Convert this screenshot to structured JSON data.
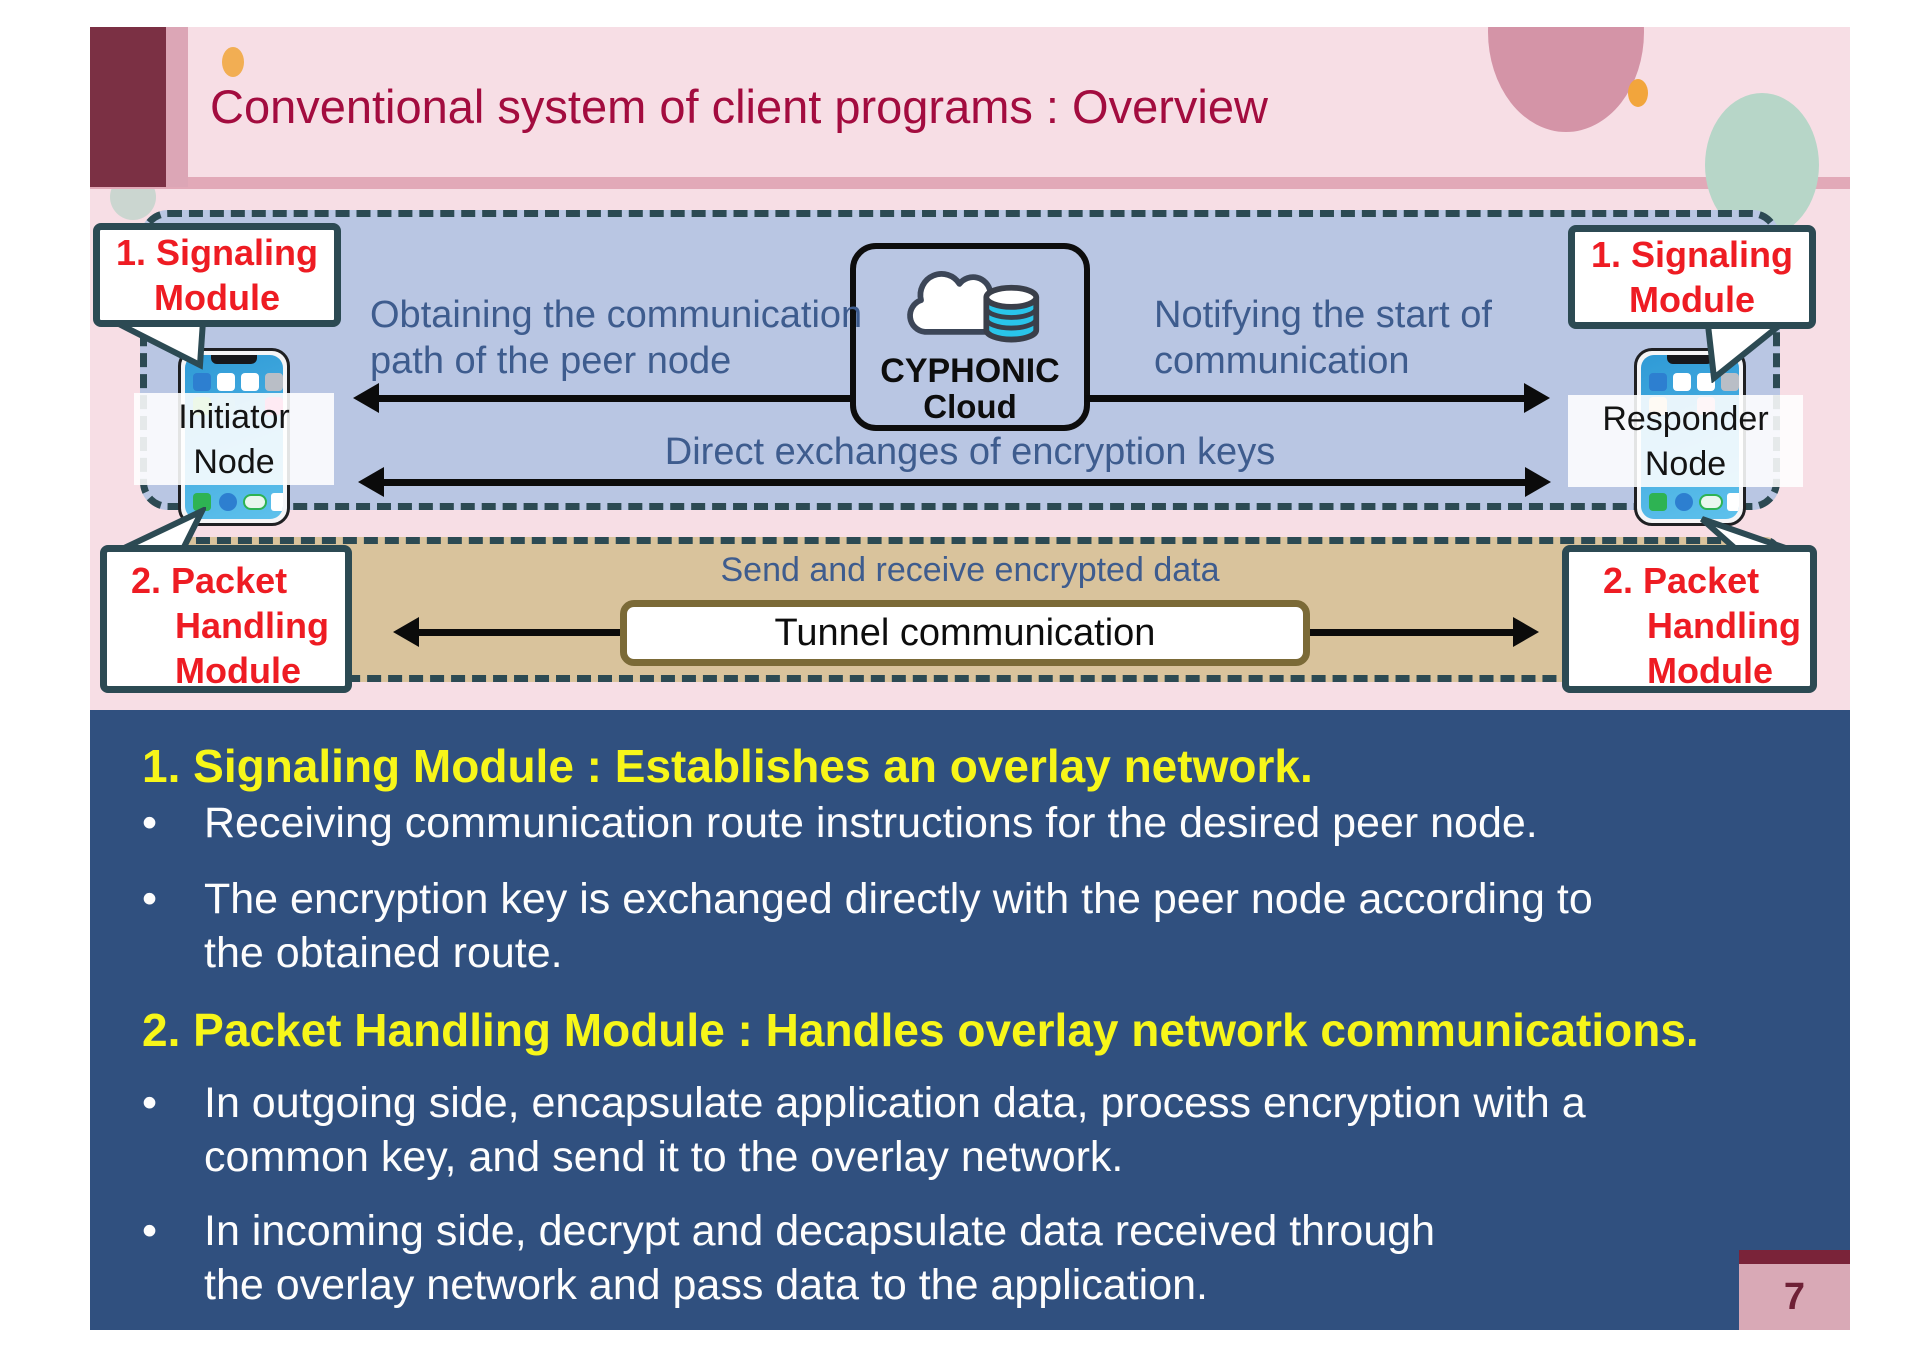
{
  "slide": {
    "title": "Conventional system of client programs : Overview",
    "page_number": "7"
  },
  "diagram": {
    "signaling_badge": {
      "line1": "1. Signaling",
      "line2": "Module"
    },
    "packet_badge": {
      "line1": "2. Packet",
      "line2": "Handling",
      "line3": "Module"
    },
    "initiator_label": {
      "line1": "Initiator",
      "line2": "Node"
    },
    "responder_label": {
      "line1": "Responder",
      "line2": "Node"
    },
    "cloud": {
      "line1": "CYPHONIC",
      "line2": "Cloud"
    },
    "obtain_label": {
      "line1": "Obtaining the communication",
      "line2": "path of the peer node"
    },
    "notify_label": {
      "line1": "Notifying the start of",
      "line2": "communication"
    },
    "direct_label": "Direct exchanges of encryption keys",
    "send_label": "Send and receive encrypted data",
    "tunnel_label": "Tunnel communication"
  },
  "body": {
    "bullet_glyph": "•",
    "heading1": "1. Signaling Module : Establishes an overlay network.",
    "bullets1": [
      {
        "lines": [
          "Receiving communication route instructions for the desired peer node."
        ]
      },
      {
        "lines": [
          "The encryption key is exchanged directly with the peer node according to",
          "the obtained route."
        ]
      }
    ],
    "heading2": "2. Packet Handling Module : Handles overlay network communications.",
    "bullets2": [
      {
        "lines": [
          "In outgoing side, encapsulate application data, process encryption with a",
          "common key, and send it to the overlay network."
        ]
      },
      {
        "lines": [
          "In incoming side, decrypt and decapsulate data received through",
          "the overlay network and pass data to the application."
        ]
      }
    ]
  },
  "icons": {
    "cloud_database": "cloud-database-icon",
    "initiator_phone": "smartphone-icon",
    "responder_phone": "smartphone-icon"
  },
  "colors": {
    "title_maroon": "#a30c3f",
    "accent_red": "#ee1c23",
    "navy_panel": "#30507f",
    "highlight_yellow": "#f7f619",
    "panel_blue": "#b9c6e3",
    "panel_tan": "#d9c39c",
    "dash_teal": "#2c4a53",
    "tunnel_border": "#7b6a37",
    "maroon_block": "#7b3044",
    "db_cyan": "#29c5ea"
  }
}
